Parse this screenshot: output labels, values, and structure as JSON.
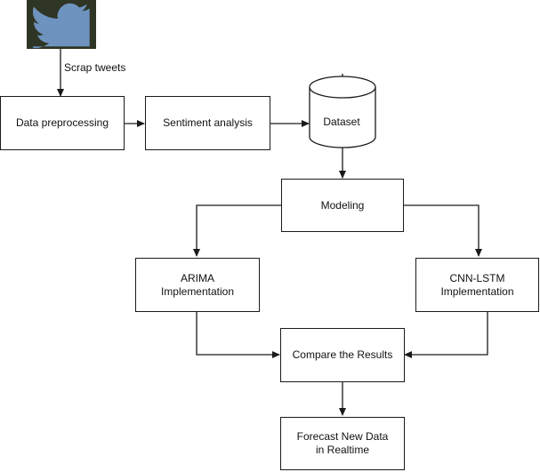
{
  "colors": {
    "line": "#1a1a1a",
    "logo_bg": "#2e3524",
    "logo_bird": "#6f93bf"
  },
  "source": {
    "icon": "twitter-bird-icon"
  },
  "edge_labels": {
    "scrape": "Scrap tweets"
  },
  "nodes": {
    "preprocess": "Data preprocessing",
    "sentiment": "Sentiment analysis",
    "dataset": "Dataset",
    "modeling": "Modeling",
    "arima_line1": "ARIMA",
    "arima_line2": "Implementation",
    "cnn_line1": "CNN-LSTM",
    "cnn_line2": "Implementation",
    "compare": "Compare the Results",
    "forecast_line1": "Forecast New Data",
    "forecast_line2": "in Realtime"
  }
}
